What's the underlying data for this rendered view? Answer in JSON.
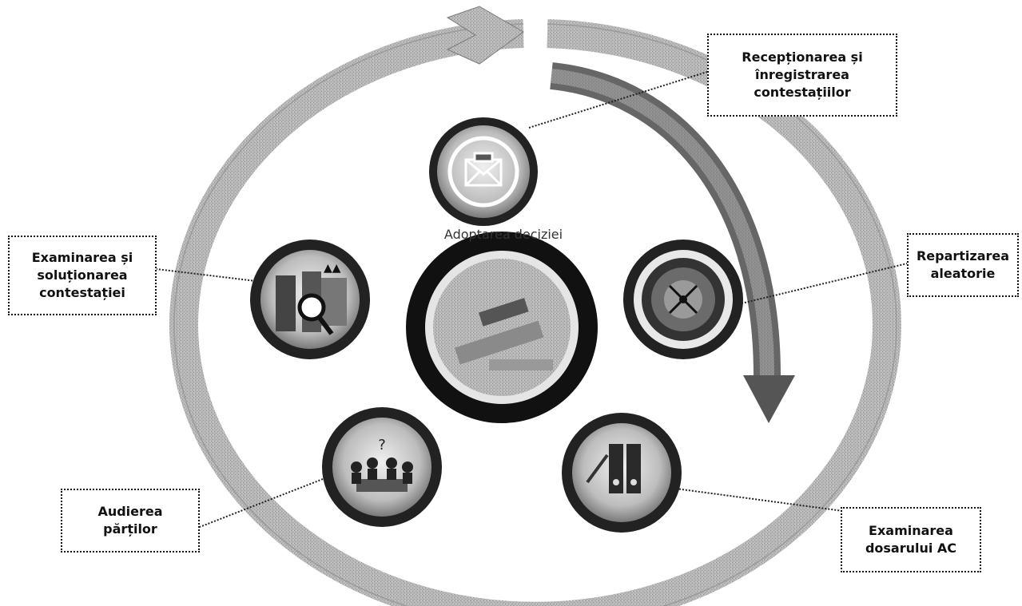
{
  "center": {
    "title": "Adoptarea deciziei",
    "icon": "gavel-icon"
  },
  "steps": [
    {
      "id": "receptionare",
      "lines": [
        "Recepționarea și",
        "înregistrarea",
        "contestațiilor"
      ],
      "icon": "envelope-icon"
    },
    {
      "id": "repartizare",
      "lines": [
        "Repartizarea",
        "aleatorie"
      ],
      "icon": "roulette-icon"
    },
    {
      "id": "examinare-dosar",
      "lines": [
        "Examinarea",
        "dosarului AC"
      ],
      "icon": "binders-icon"
    },
    {
      "id": "audiere",
      "lines": [
        "Audierea",
        "părților"
      ],
      "icon": "meeting-icon"
    },
    {
      "id": "examinare-solutionare",
      "lines": [
        "Examinarea și",
        "soluționarea",
        "contestației"
      ],
      "icon": "magnifier-document-icon"
    }
  ],
  "colors": {
    "ring": "#b5b5b5",
    "ring_dark": "#555555",
    "arrow_dark": "#444444",
    "ink": "#111111"
  }
}
